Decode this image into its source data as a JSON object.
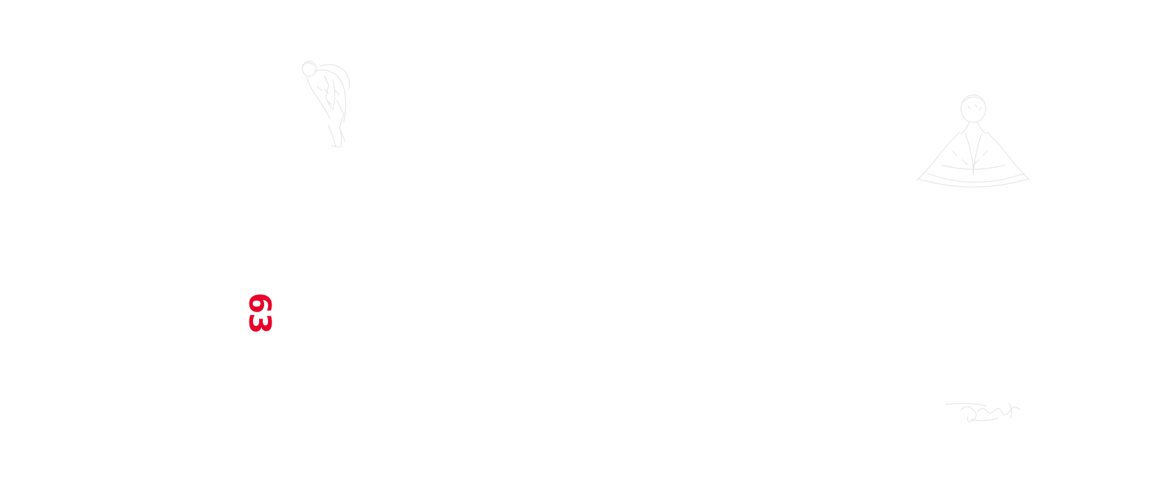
{
  "page": {
    "number": "63",
    "number_color": "#e8002a",
    "background": "#ffffff",
    "sketch_color": "#e6e6e6"
  },
  "illustrations": [
    {
      "name": "standing-figure-sketch"
    },
    {
      "name": "seated-figure-sketch"
    },
    {
      "name": "signature-sketch"
    }
  ]
}
